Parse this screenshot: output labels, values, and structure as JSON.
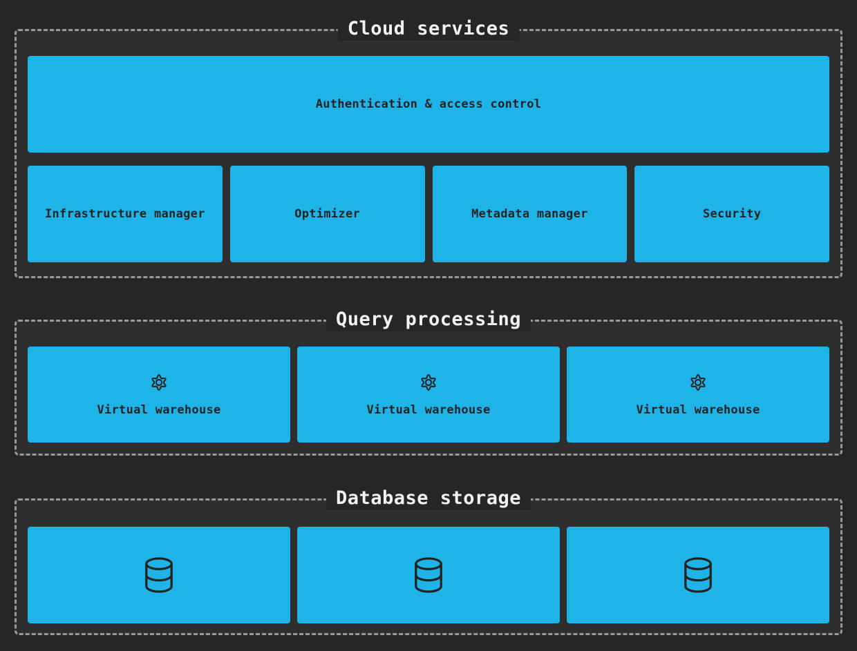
{
  "colors": {
    "page_bg": "#262626",
    "section_bg": "#2E2E2E",
    "section_border_dash": "#999999",
    "box_fill": "#1EB4E8",
    "box_text": "#222222",
    "title_text": "#F2F2F2"
  },
  "sections": [
    {
      "title": "Cloud services",
      "wide_box": {
        "label": "Authentication & access control"
      },
      "boxes": [
        {
          "label": "Infrastructure manager"
        },
        {
          "label": "Optimizer"
        },
        {
          "label": "Metadata manager"
        },
        {
          "label": "Security"
        }
      ]
    },
    {
      "title": "Query processing",
      "boxes": [
        {
          "label": "Virtual warehouse",
          "icon": "gear-icon"
        },
        {
          "label": "Virtual warehouse",
          "icon": "gear-icon"
        },
        {
          "label": "Virtual warehouse",
          "icon": "gear-icon"
        }
      ]
    },
    {
      "title": "Database storage",
      "boxes": [
        {
          "icon": "database-icon"
        },
        {
          "icon": "database-icon"
        },
        {
          "icon": "database-icon"
        }
      ]
    }
  ]
}
